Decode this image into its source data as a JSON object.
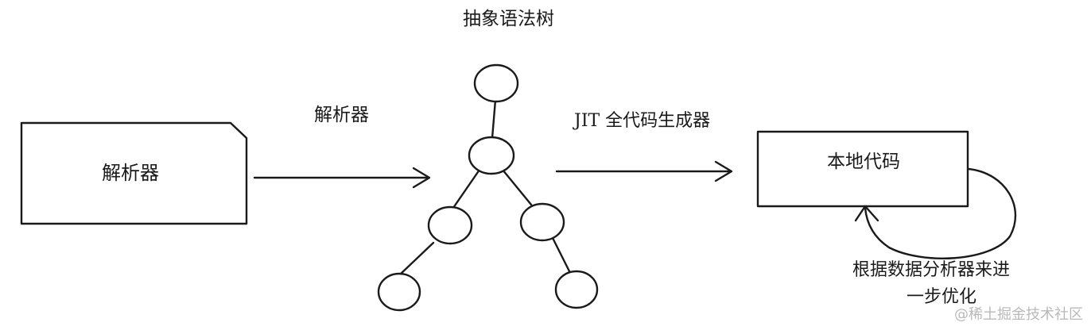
{
  "diagram": {
    "labels": {
      "source_box": "解析器",
      "parser_arrow": "解析器",
      "ast_title": "抽象语法树",
      "jit_arrow": "JIT 全代码生成器",
      "native_box": "本地代码",
      "optimize_line1": "根据数据分析器来进",
      "optimize_line2": "一步优化"
    },
    "watermark": "@稀土掘金技术社区",
    "colors": {
      "stroke": "#1a1a1a",
      "background": "#ffffff",
      "watermark": "#b9b9b9"
    }
  }
}
